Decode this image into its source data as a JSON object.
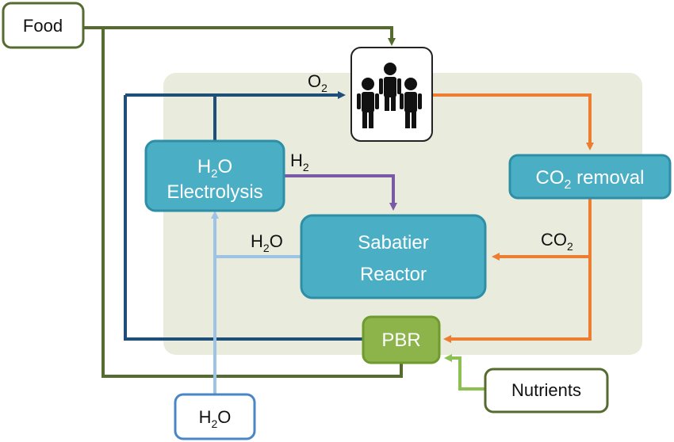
{
  "nodes": {
    "food": "Food",
    "h2o_electrolysis": {
      "line1_main": "H",
      "line1_sub": "2",
      "line1_tail": "O",
      "line2": "Electrolysis"
    },
    "co2_removal": {
      "main": "CO",
      "sub": "2",
      "tail": " removal"
    },
    "sabatier": {
      "line1": "Sabatier",
      "line2": "Reactor"
    },
    "pbr": "PBR",
    "nutrients": "Nutrients",
    "h2o_input": {
      "main": "H",
      "sub": "2",
      "tail": "O"
    }
  },
  "flow_labels": {
    "o2": {
      "main": "O",
      "sub": "2"
    },
    "h2": {
      "main": "H",
      "sub": "2"
    },
    "h2o": {
      "main": "H",
      "sub": "2",
      "tail": "O"
    },
    "co2": {
      "main": "CO",
      "sub": "2"
    }
  },
  "colors": {
    "background_region": "#e9ecdd",
    "node_blue": "#4aaec4",
    "node_blue_border": "#2e8ea6",
    "node_green": "#8cb44a",
    "node_green_border": "#6e9a2e",
    "food_line": "#556b2f",
    "o2_line": "#1f4e79",
    "h2_line": "#7a5aa6",
    "h2o_line": "#9dc3e6",
    "co2_line": "#ed7d31",
    "nutrient_line": "#8cc152"
  }
}
